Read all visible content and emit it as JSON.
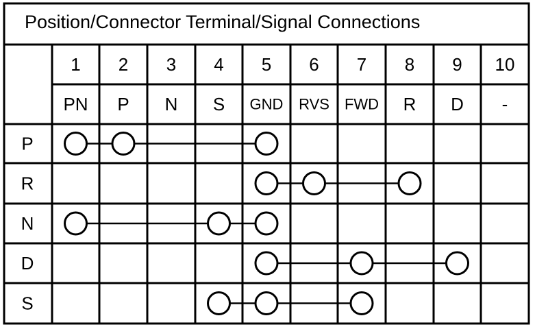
{
  "title": "Position/Connector Terminal/Signal Connections",
  "terminals": [
    "1",
    "2",
    "3",
    "4",
    "5",
    "6",
    "7",
    "8",
    "9",
    "10"
  ],
  "signals": [
    "PN",
    "P",
    "N",
    "S",
    "GND",
    "RVS",
    "FWD",
    "R",
    "D",
    "-"
  ],
  "rows": [
    {
      "position": "P",
      "connected": [
        1,
        2,
        5
      ]
    },
    {
      "position": "R",
      "connected": [
        5,
        6,
        8
      ]
    },
    {
      "position": "N",
      "connected": [
        1,
        4,
        5
      ]
    },
    {
      "position": "D",
      "connected": [
        5,
        7,
        9
      ]
    },
    {
      "position": "S",
      "connected": [
        4,
        5,
        7
      ]
    }
  ]
}
